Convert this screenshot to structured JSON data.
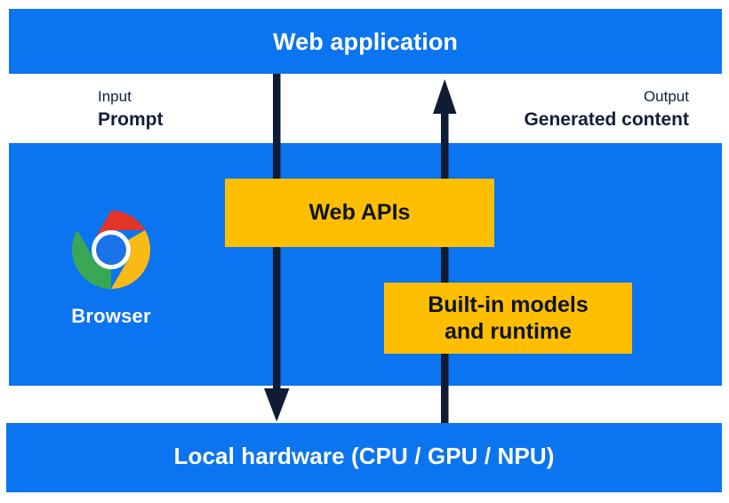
{
  "diagram": {
    "title": "Web application",
    "colors": {
      "band_blue": "#0b74f0",
      "box_amber": "#ffbf00",
      "arrow_navy": "#101c33",
      "text_dark": "#131f3a",
      "text_light": "#ffffff",
      "chrome_red": "#e33629",
      "chrome_yellow": "#f8bb15",
      "chrome_green": "#3aa757",
      "chrome_blue": "#1a73e8"
    },
    "bands": {
      "top": {
        "label": "Web application"
      },
      "bottom": {
        "label": "Local hardware (CPU / GPU / NPU)"
      }
    },
    "flows": {
      "input": {
        "kind": "Input",
        "value": "Prompt",
        "direction": "down"
      },
      "output": {
        "kind": "Output",
        "value": "Generated content",
        "direction": "up"
      }
    },
    "browser": {
      "label": "Browser",
      "logo": "chrome-logo"
    },
    "boxes": [
      {
        "label": "Web APIs"
      },
      {
        "label": "Built-in models\nand runtime"
      }
    ]
  }
}
